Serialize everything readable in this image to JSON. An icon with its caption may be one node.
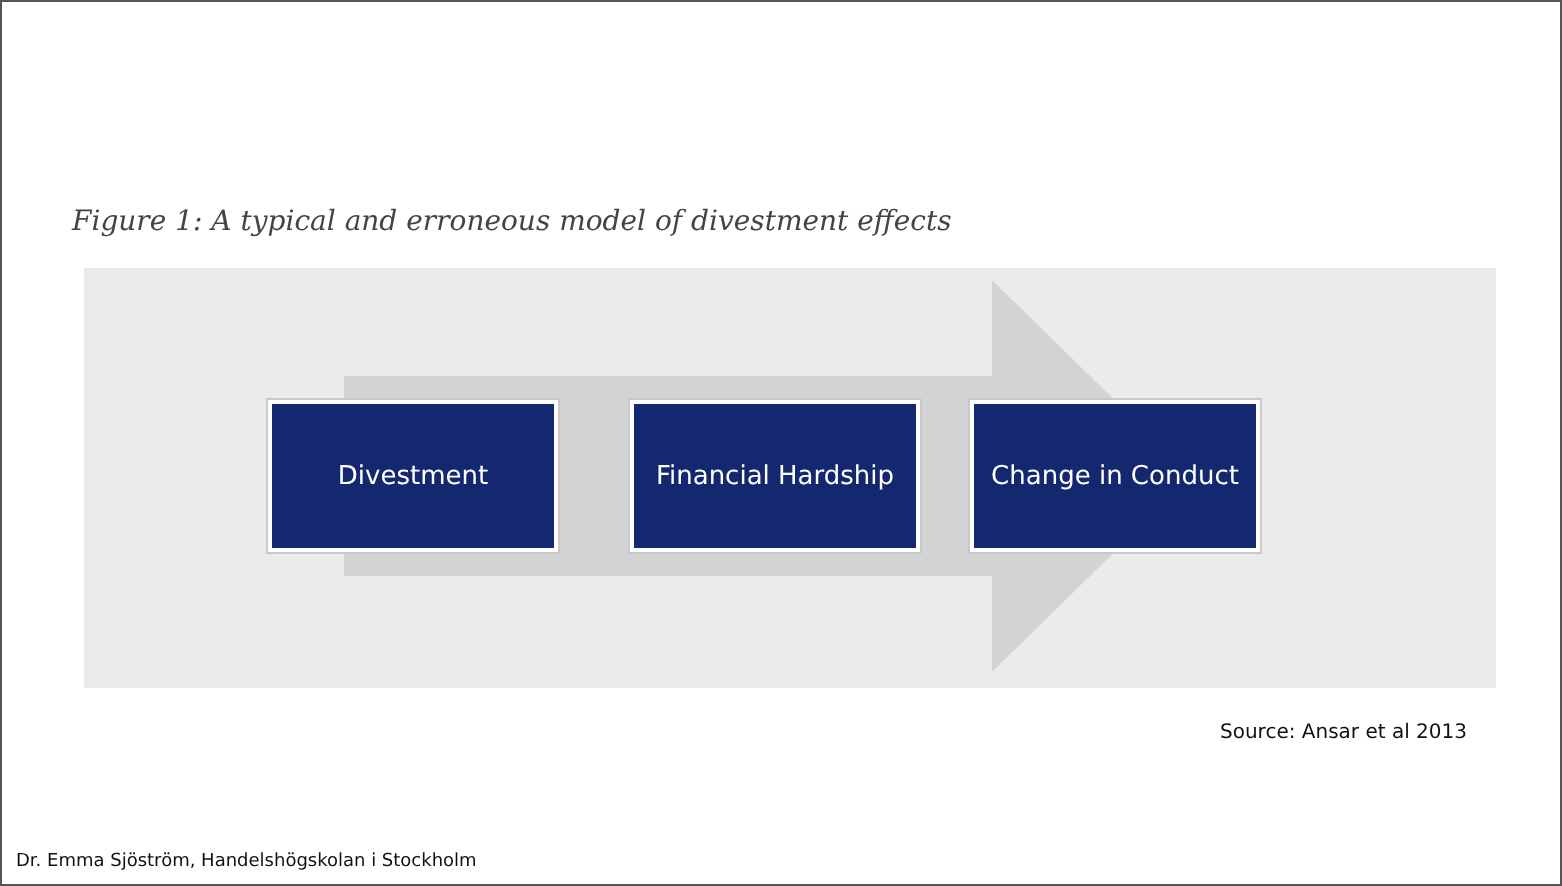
{
  "diagram": {
    "title": "Figure 1: A typical and erroneous model of divestment effects",
    "nodes": [
      {
        "text": [
          "Divestment"
        ]
      },
      {
        "text": [
          "Financial Hardship"
        ]
      },
      {
        "text": [
          "Change in Conduct"
        ]
      }
    ],
    "edges": [
      {
        "from": 0,
        "to": 2,
        "arrow": "to",
        "style": "thick"
      }
    ],
    "labels": [
      "Source: Ansar et al 2013",
      "Dr. Emma Sjöström, Handelshögskolan i Stockholm"
    ]
  }
}
